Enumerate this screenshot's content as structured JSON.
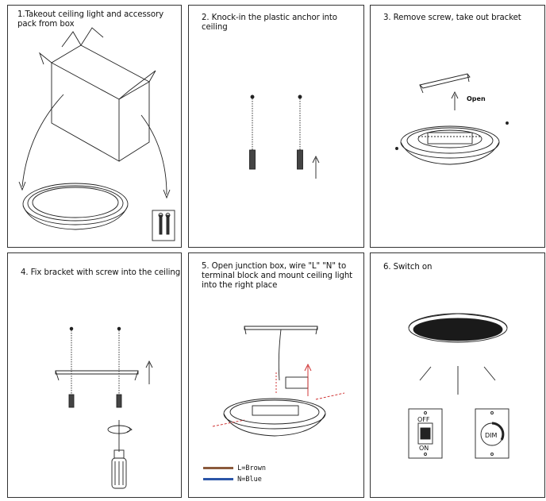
{
  "steps": [
    {
      "caption": "1.Takeout ceiling light and accessory pack from box"
    },
    {
      "caption": "2. Knock-in the plastic anchor into ceiling"
    },
    {
      "caption": "3. Remove screw, take out bracket",
      "label": "Open"
    },
    {
      "caption": "4. Fix bracket with screw into the ceiling"
    },
    {
      "caption": "5. Open junction box, wire \"L\" \"N\" to terminal block and mount ceiling light into the right place"
    },
    {
      "caption": "6. Switch on",
      "switch_off": "OFF",
      "switch_on": "ON",
      "dimmer": "DIM"
    }
  ],
  "legend": [
    {
      "text": "L=Brown",
      "color": "#8b5a3c"
    },
    {
      "text": "N=Blue",
      "color": "#2a55a8"
    }
  ]
}
